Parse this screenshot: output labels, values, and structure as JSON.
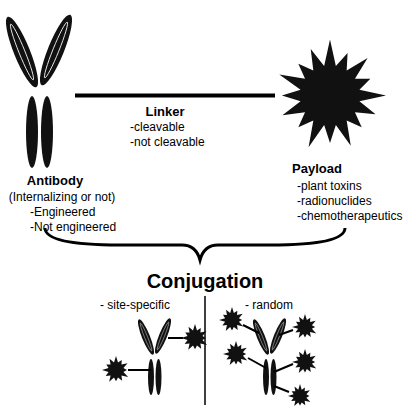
{
  "diagram": {
    "nodes": [
      {
        "text": [
          "Antibody",
          "(Internalizing or not)",
          "-Engineered",
          "-Not engineered"
        ]
      },
      {
        "text": [
          "Payload",
          "-plant toxins",
          "-radionuclides",
          "-chemotherapeutics"
        ]
      }
    ],
    "edges": [
      {
        "from": 0,
        "to": 1,
        "arrow": "none",
        "label": "Linker"
      }
    ],
    "labels": [
      "-cleavable",
      "-not cleavable",
      "Conjugation",
      "- site-specific",
      "- random"
    ]
  }
}
